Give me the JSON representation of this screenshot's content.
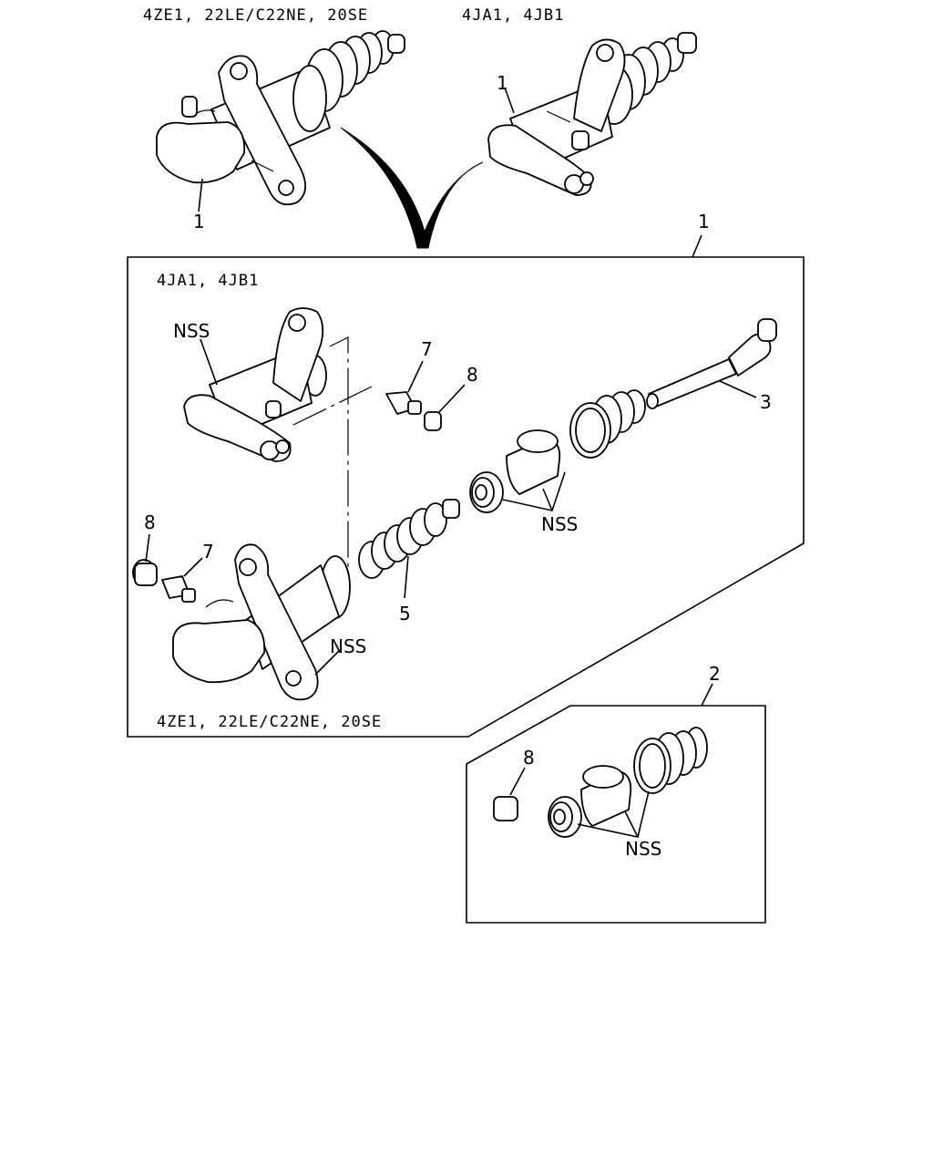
{
  "headers": {
    "top_left_variant": "4ZE1, 22LE/C22NE, 20SE",
    "top_right_variant": "4JA1, 4JB1",
    "box1_top_variant": "4JA1, 4JB1",
    "box1_bottom_variant": "4ZE1, 22LE/C22NE, 20SE"
  },
  "callouts": {
    "assembly_left": "1",
    "assembly_right": "1",
    "box1": "1",
    "box2": "2",
    "pushrod": "3",
    "spring": "5",
    "bleeder_top": "7",
    "cap_top": "8",
    "bleeder_bottom": "7",
    "cap_bottom": "8",
    "cap_box2": "8",
    "nss_body_top": "NSS",
    "nss_body_bottom": "NSS",
    "nss_seals": "NSS",
    "nss_box2": "NSS"
  },
  "colors": {
    "line": "#000000",
    "background": "#ffffff"
  }
}
